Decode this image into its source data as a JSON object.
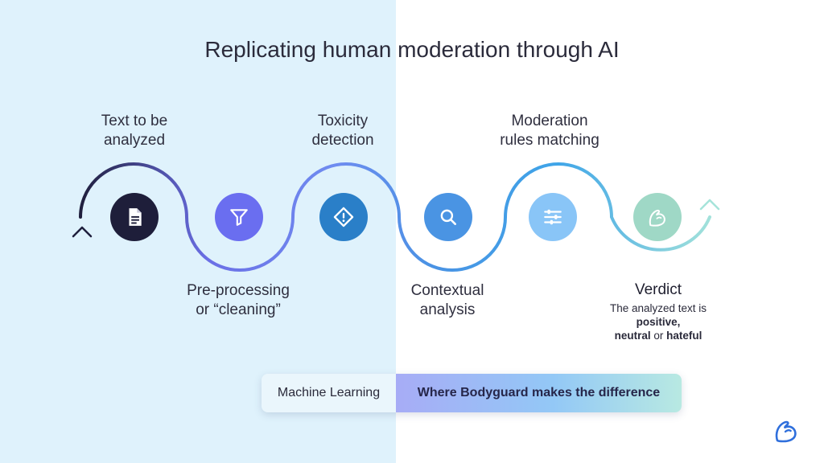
{
  "title": "Replicating human moderation through AI",
  "steps": {
    "text": {
      "line1": "Text to be",
      "line2": "analyzed",
      "icon": "document-icon"
    },
    "preprocessing": {
      "line1": "Pre-processing",
      "line2": "or “cleaning”",
      "icon": "filter-icon"
    },
    "toxicity": {
      "line1": "Toxicity",
      "line2": "detection",
      "icon": "alert-icon"
    },
    "contextual": {
      "line1": "Contextual",
      "line2": "analysis",
      "icon": "search-icon"
    },
    "rules": {
      "line1": "Moderation",
      "line2": "rules matching",
      "icon": "sliders-icon"
    },
    "verdict": {
      "title": "Verdict",
      "desc_prefix": "The analyzed text is ",
      "positive": "positive,",
      "neutral": "neutral",
      "or": " or ",
      "hateful": "hateful",
      "icon": "flexed-arm-icon"
    }
  },
  "badge": {
    "left": "Machine Learning",
    "right": "Where Bodyguard makes the difference"
  },
  "colors": {
    "left_background": "#dff2fc",
    "node_document": "#1e1e3a",
    "node_filter": "#6a6ef0",
    "node_alert": "#2a7fc8",
    "node_search": "#4a94e3",
    "node_sliders": "#89c5f7",
    "node_verdict": "#9fd8c6"
  },
  "logo": "bodyguard-arm-logo"
}
